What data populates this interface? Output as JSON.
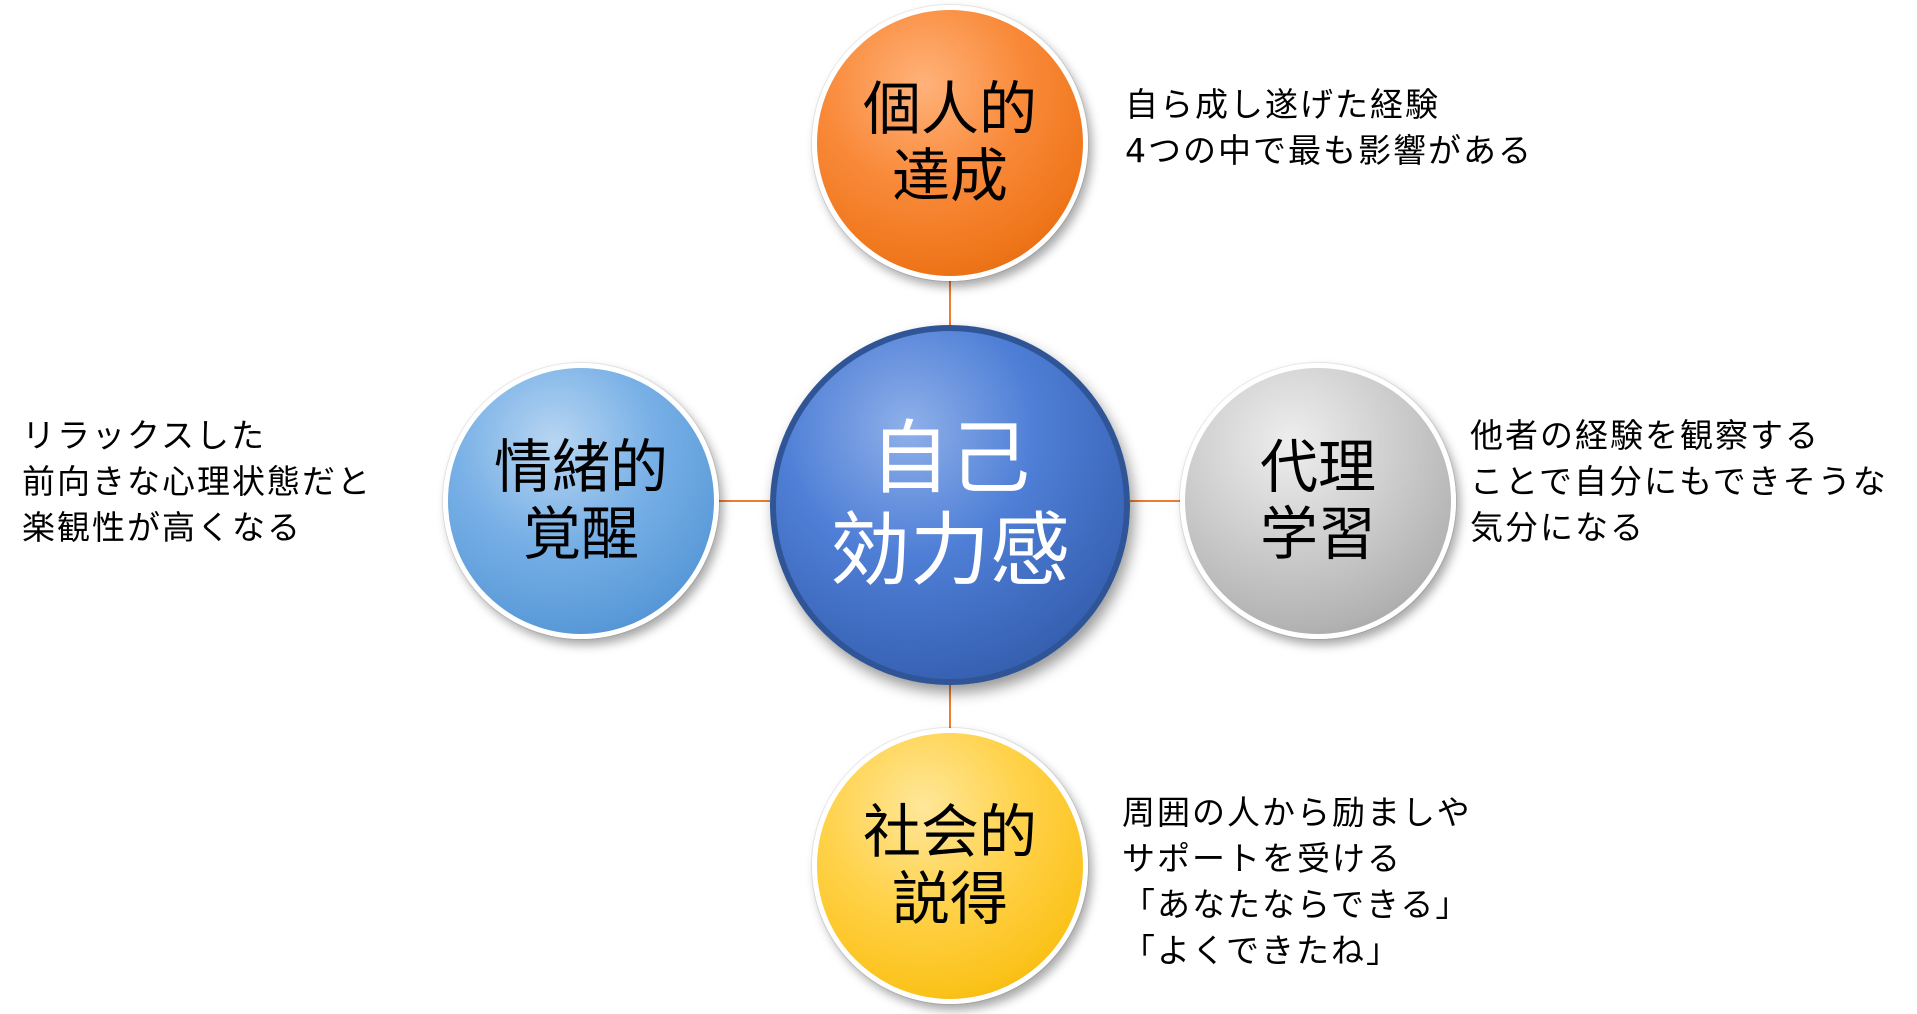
{
  "colors": {
    "connector": "#ed7d31",
    "center": "#4472c4",
    "top": "#f4771c",
    "left": "#5b9bd5",
    "right": "#a6a6a6",
    "bottom": "#ffc000"
  },
  "center": {
    "lines": [
      "自己",
      "効力感"
    ]
  },
  "nodes": {
    "top": {
      "lines": [
        "個人的",
        "達成"
      ],
      "desc": [
        "自ら成し遂げた経験",
        "4つの中で最も影響がある"
      ]
    },
    "left": {
      "lines": [
        "情緒的",
        "覚醒"
      ],
      "desc": [
        "リラックスした",
        "前向きな心理状態だと",
        "楽観性が高くなる"
      ]
    },
    "right": {
      "lines": [
        "代理",
        "学習"
      ],
      "desc": [
        "他者の経験を観察する",
        "ことで自分にもできそうな",
        "気分になる"
      ]
    },
    "bottom": {
      "lines": [
        "社会的",
        "説得"
      ],
      "desc": [
        "周囲の人から励ましや",
        "サポートを受ける",
        "「あなたならできる」",
        "「よくできたね」"
      ]
    }
  }
}
